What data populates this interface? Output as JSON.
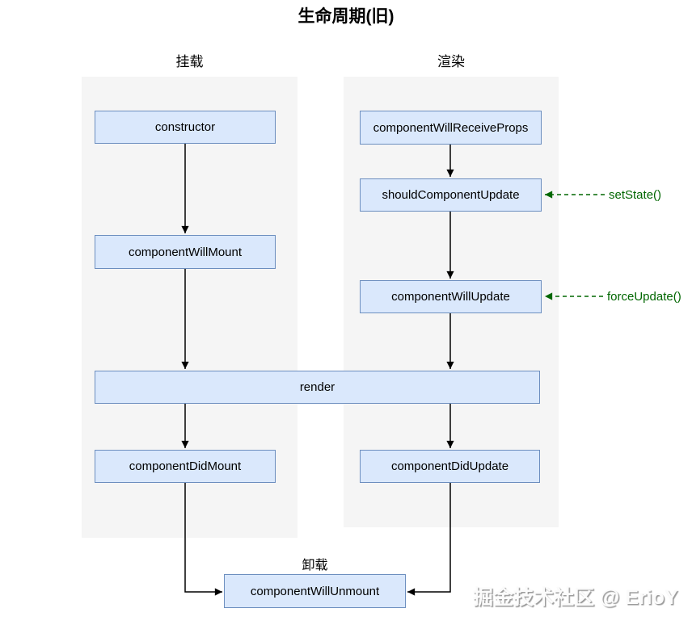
{
  "title": "生命周期(旧)",
  "sections": {
    "mount_label": "挂载",
    "render_label": "渲染",
    "unmount_label": "卸载"
  },
  "nodes": {
    "constructor": "constructor",
    "componentWillMount": "componentWillMount",
    "componentWillReceiveProps": "componentWillReceiveProps",
    "shouldComponentUpdate": "shouldComponentUpdate",
    "componentWillUpdate": "componentWillUpdate",
    "render": "render",
    "componentDidMount": "componentDidMount",
    "componentDidUpdate": "componentDidUpdate",
    "componentWillUnmount": "componentWillUnmount"
  },
  "triggers": {
    "setState": "setState()",
    "forceUpdate": "forceUpdate()"
  },
  "watermark": "掘金技术社区 @ ErioY",
  "colors": {
    "node_fill": "#dae8fc",
    "node_border": "#6c8ebf",
    "panel_bg": "#f5f5f5",
    "arrow_black": "#000000",
    "trigger_green": "#006600"
  }
}
